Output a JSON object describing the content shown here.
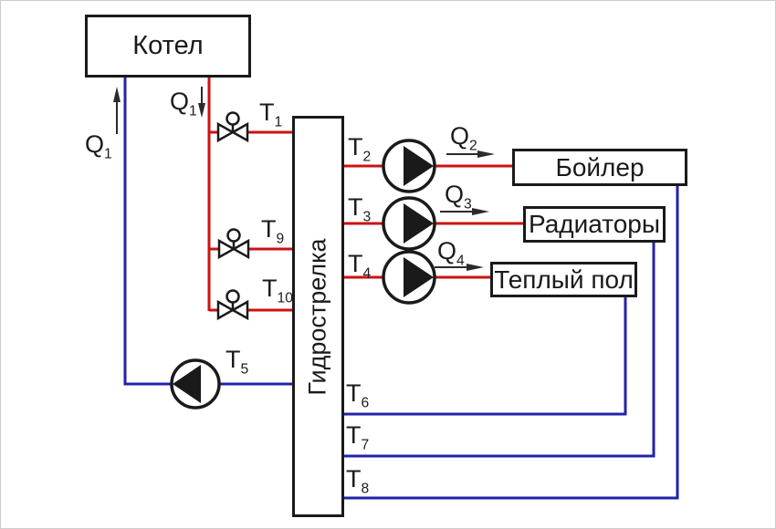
{
  "colors": {
    "supply_red": "#cc1111",
    "return_blue": "#2222aa",
    "line_black": "#1a1a1a"
  },
  "boxes": {
    "boiler": "Котел",
    "separator": "Гидрострелка",
    "dhw_tank": "Бойлер",
    "radiators": "Радиаторы",
    "floor_heating": "Теплый пол"
  },
  "labels": {
    "q1_return": {
      "base": "Q",
      "sub": "1"
    },
    "q1_supply": {
      "base": "Q",
      "sub": "1"
    },
    "q2": {
      "base": "Q",
      "sub": "2"
    },
    "q3": {
      "base": "Q",
      "sub": "3"
    },
    "q4": {
      "base": "Q",
      "sub": "4"
    },
    "t1": {
      "base": "T",
      "sub": "1"
    },
    "t2": {
      "base": "T",
      "sub": "2"
    },
    "t3": {
      "base": "T",
      "sub": "3"
    },
    "t4": {
      "base": "T",
      "sub": "4"
    },
    "t5": {
      "base": "T",
      "sub": "5"
    },
    "t6": {
      "base": "T",
      "sub": "6"
    },
    "t7": {
      "base": "T",
      "sub": "7"
    },
    "t8": {
      "base": "T",
      "sub": "8"
    },
    "t9": {
      "base": "T",
      "sub": "9"
    },
    "t10": {
      "base": "T",
      "sub": "10"
    }
  }
}
